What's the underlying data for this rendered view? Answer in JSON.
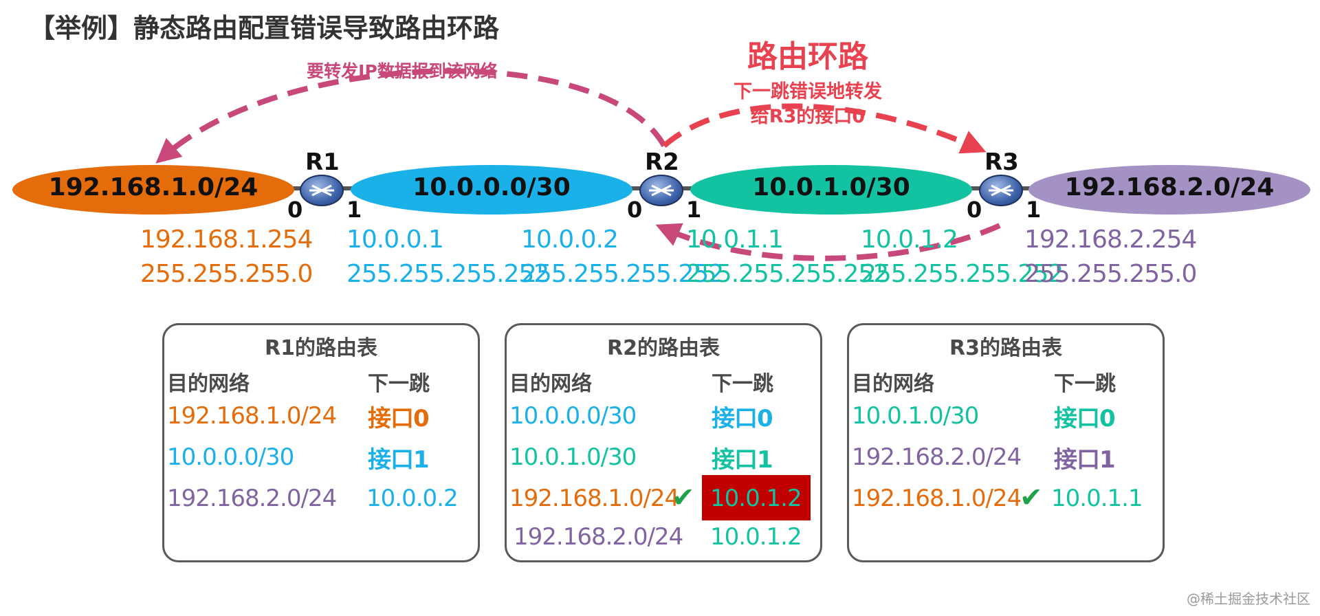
{
  "title": "【举例】静态路由配置错误导致路由环路",
  "loop_title": "路由环路",
  "loop_note_line1": "下一跳错误地转发",
  "loop_note_line2": "给R3的接口0",
  "forward_note": "要转发IP数据报到该网络",
  "colors": {
    "orange": "#e46c0a",
    "blue": "#1ab0e8",
    "teal": "#13c2a0",
    "purple": "#8064a2",
    "loop_red": "#e8414f",
    "pink_dash": "#c8487a",
    "check_green": "#1fa34a",
    "highlight_red": "#c00000"
  },
  "networks": [
    {
      "label": "192.168.1.0/24",
      "color": "#e46c0a"
    },
    {
      "label": "10.0.0.0/30",
      "color": "#1ab0e8"
    },
    {
      "label": "10.0.1.0/30",
      "color": "#13c2a0"
    },
    {
      "label": "192.168.2.0/24",
      "color": "#a592c4"
    }
  ],
  "routers": [
    {
      "name": "R1",
      "port_left": "0",
      "port_right": "1"
    },
    {
      "name": "R2",
      "port_left": "0",
      "port_right": "1"
    },
    {
      "name": "R3",
      "port_left": "0",
      "port_right": "1"
    }
  ],
  "addresses": [
    {
      "ip": "192.168.1.254",
      "mask": "255.255.255.0",
      "color": "#e46c0a"
    },
    {
      "ip": "10.0.0.1",
      "mask": "255.255.255.252",
      "color": "#1ab0e8"
    },
    {
      "ip": "10.0.0.2",
      "mask": "255.255.255.252",
      "color": "#1ab0e8"
    },
    {
      "ip": "10.0.1.1",
      "mask": "255.255.255.252",
      "color": "#13c2a0"
    },
    {
      "ip": "10.0.1.2",
      "mask": "255.255.255.252",
      "color": "#13c2a0"
    },
    {
      "ip": "192.168.2.254",
      "mask": "255.255.255.0",
      "color": "#8064a2"
    }
  ],
  "tables": [
    {
      "title": "R1的路由表",
      "col_dest": "目的网络",
      "col_hop": "下一跳",
      "rows": [
        {
          "dest": "192.168.1.0/24",
          "hop": "接口0",
          "dest_color": "#e46c0a",
          "hop_color": "#e46c0a"
        },
        {
          "dest": "10.0.0.0/30",
          "hop": "接口1",
          "dest_color": "#1ab0e8",
          "hop_color": "#1ab0e8"
        },
        {
          "dest": "192.168.2.0/24",
          "hop": "10.0.0.2",
          "dest_color": "#8064a2",
          "hop_color": "#1ab0e8"
        }
      ]
    },
    {
      "title": "R2的路由表",
      "col_dest": "目的网络",
      "col_hop": "下一跳",
      "rows": [
        {
          "dest": "10.0.0.0/30",
          "hop": "接口0",
          "dest_color": "#1ab0e8",
          "hop_color": "#1ab0e8"
        },
        {
          "dest": "10.0.1.0/30",
          "hop": "接口1",
          "dest_color": "#13c2a0",
          "hop_color": "#13c2a0"
        },
        {
          "dest": "192.168.1.0/24",
          "hop": "10.0.1.2",
          "dest_color": "#e46c0a",
          "hop_color": "#13c2a0"
        },
        {
          "dest": "192.168.2.0/24",
          "hop": "10.0.1.2",
          "dest_color": "#8064a2",
          "hop_color": "#13c2a0"
        }
      ]
    },
    {
      "title": "R3的路由表",
      "col_dest": "目的网络",
      "col_hop": "下一跳",
      "rows": [
        {
          "dest": "10.0.1.0/30",
          "hop": "接口0",
          "dest_color": "#13c2a0",
          "hop_color": "#13c2a0"
        },
        {
          "dest": "192.168.2.0/24",
          "hop": "接口1",
          "dest_color": "#8064a2",
          "hop_color": "#8064a2"
        },
        {
          "dest": "192.168.1.0/24",
          "hop": "10.0.1.1",
          "dest_color": "#e46c0a",
          "hop_color": "#13c2a0"
        }
      ]
    }
  ],
  "check_mark": "✔",
  "watermark": "@稀土掘金技术社区"
}
